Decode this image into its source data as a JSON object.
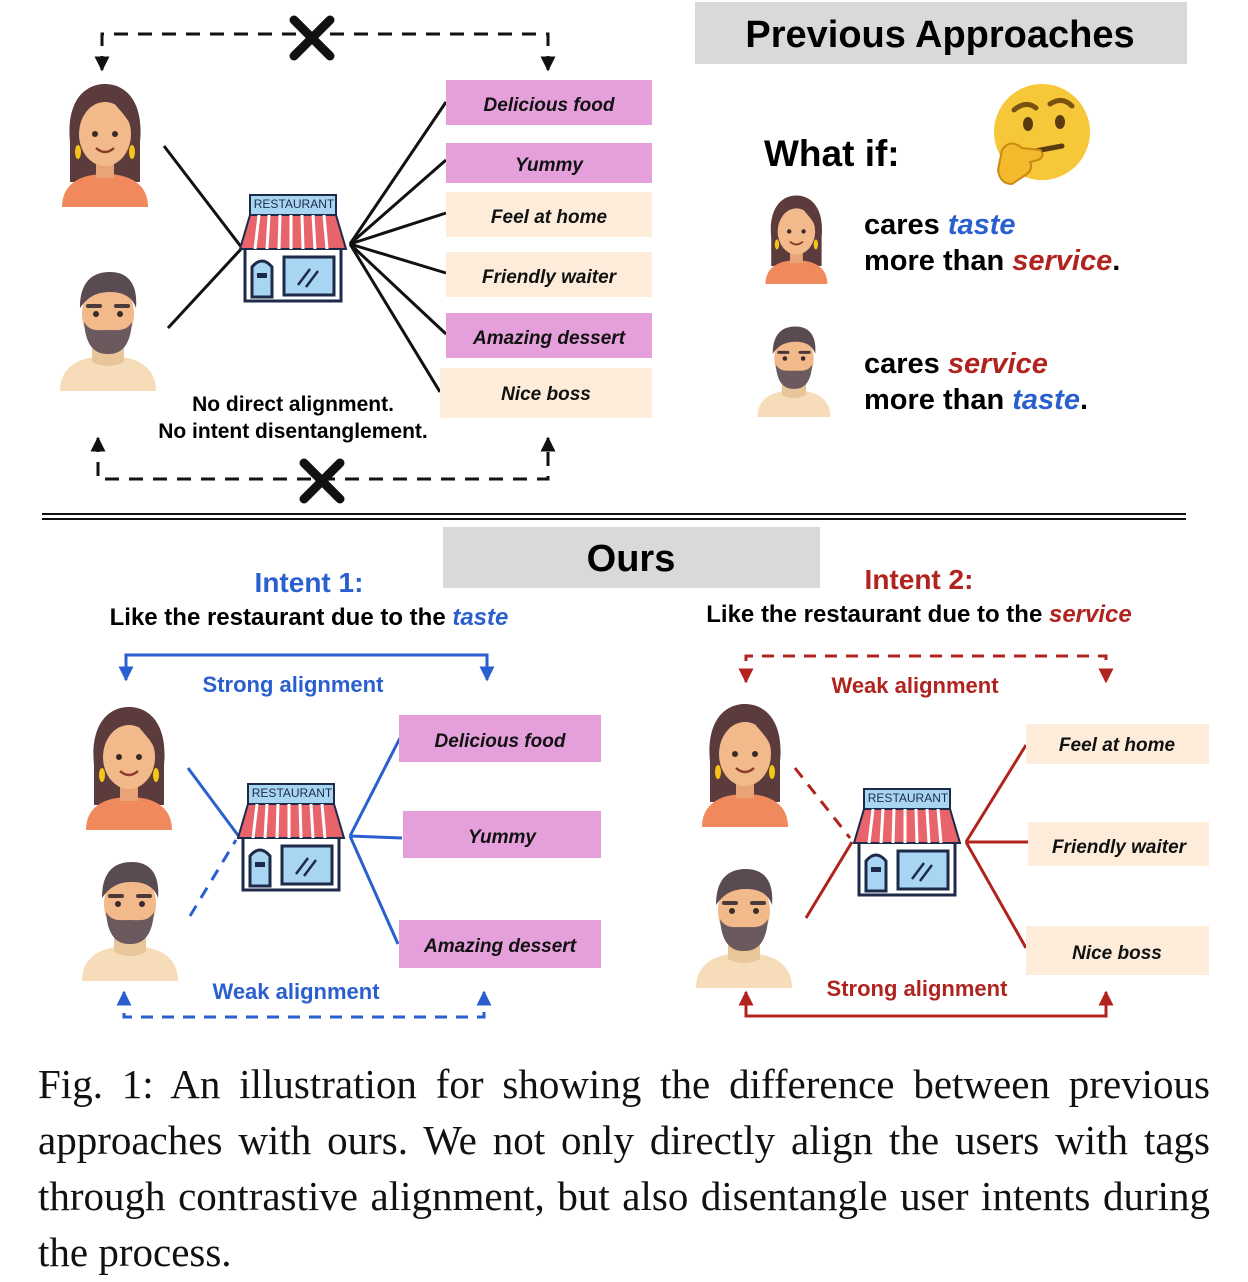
{
  "top": {
    "header": "Previous Approaches",
    "tags": [
      {
        "label": "Delicious food",
        "kind": "taste",
        "color": "#e5a0dc"
      },
      {
        "label": "Yummy",
        "kind": "taste",
        "color": "#e5a0dc"
      },
      {
        "label": "Feel at home",
        "kind": "service",
        "color": "#fcecd9"
      },
      {
        "label": "Friendly waiter",
        "kind": "service",
        "color": "#fcecd9"
      },
      {
        "label": "Amazing dessert",
        "kind": "taste",
        "color": "#e5a0dc"
      },
      {
        "label": "Nice boss",
        "kind": "service",
        "color": "#fcecd9"
      }
    ],
    "note_line1": "No direct alignment.",
    "note_line2": "No intent disentanglement.",
    "what_if": "What if:",
    "female_line1_prefix": "cares ",
    "female_line1_em": "taste",
    "female_line2_prefix": "more than ",
    "female_line2_em": "service",
    "male_line1_prefix": "cares ",
    "male_line1_em": "service",
    "male_line2_prefix": "more than ",
    "male_line2_em": "taste",
    "period": "."
  },
  "ours": {
    "header": "Ours",
    "intent1": {
      "title": "Intent 1:",
      "subtitle_prefix": "Like the restaurant due to the ",
      "subtitle_em": "taste",
      "strong_label": "Strong alignment",
      "weak_label": "Weak alignment",
      "tags": [
        "Delicious food",
        "Yummy",
        "Amazing dessert"
      ]
    },
    "intent2": {
      "title": "Intent 2:",
      "subtitle_prefix": "Like the restaurant due to the ",
      "subtitle_em": "service",
      "weak_label": "Weak alignment",
      "strong_label": "Strong alignment",
      "tags": [
        "Feel at home",
        "Friendly waiter",
        "Nice boss"
      ]
    }
  },
  "restaurant_sign": "RESTAURANT",
  "caption": "Fig. 1: An illustration for showing the difference between previous approaches with ours. We not only directly align the users with tags through contrastive alignment, but also disentangle user intents during the process.",
  "colors": {
    "blue": "#2a5fcf",
    "red": "#b0231e",
    "taste_tag": "#e5a0dc",
    "service_tag": "#fcecd9",
    "header_bg": "#d9d9d9"
  },
  "icons": [
    "female-user-icon",
    "male-user-icon",
    "restaurant-icon",
    "thinking-emoji-icon",
    "cross-mark-icon"
  ]
}
